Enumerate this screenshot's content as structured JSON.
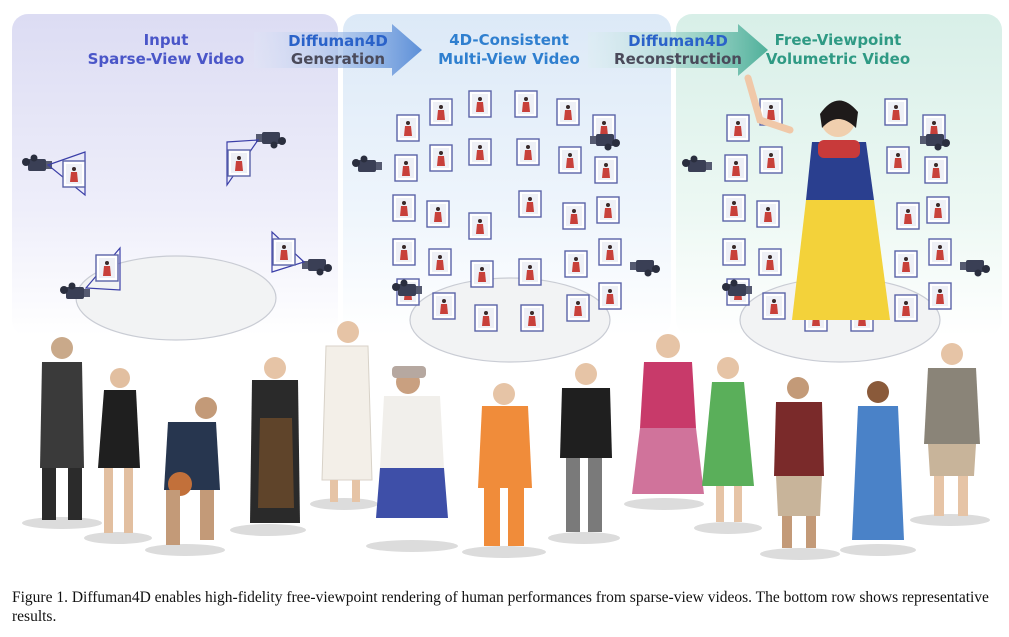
{
  "figure": {
    "panels": [
      {
        "line1": "Input",
        "line2": "Sparse-View Video",
        "color": "#4a56c8"
      },
      {
        "line1": "4D-Consistent",
        "line2": "Multi-View Video",
        "color": "#2f7fcf"
      },
      {
        "line1": "Free-Viewpoint",
        "line2": "Volumetric Video",
        "color": "#2f9a84"
      }
    ],
    "arrows": [
      {
        "brand": "Diffuman4D",
        "sub": "Generation"
      },
      {
        "brand": "Diffuman4D",
        "sub": "Reconstruction"
      }
    ],
    "colors": {
      "panel1": "#dcdcf3",
      "panel2": "#dce9f7",
      "panel3": "#d8efe8",
      "camera": "#3b3fa8",
      "brand": "#2a62c9"
    }
  },
  "caption": "Figure 1. Diffuman4D enables high-fidelity free-viewpoint rendering of human performances from sparse-view videos. The bottom row shows representative results."
}
